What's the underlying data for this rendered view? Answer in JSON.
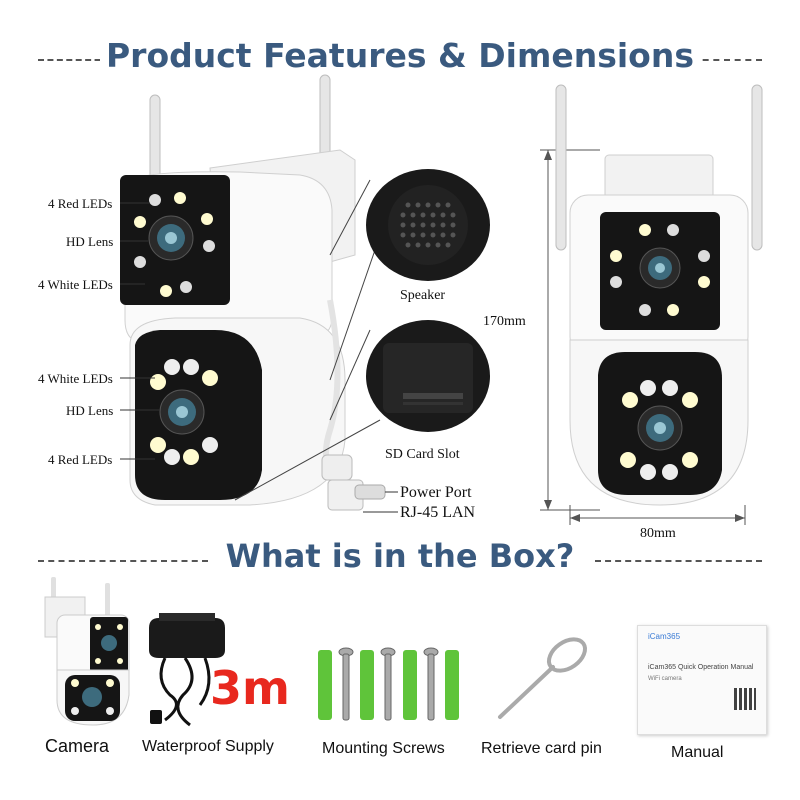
{
  "headings": {
    "features": "Product Features & Dimensions",
    "box": "What is in the Box?"
  },
  "callouts": {
    "top_red_leds": "4 Red LEDs",
    "top_hd_lens": "HD Lens",
    "top_white_leds": "4 White LEDs",
    "bottom_white_leds": "4 White LEDs",
    "bottom_hd_lens": "HD Lens",
    "bottom_red_leds": "4 Red LEDs",
    "speaker": "Speaker",
    "sd_card_slot": "SD Card Slot",
    "power_port": "Power Port",
    "rj45_lan": "RJ-45 LAN"
  },
  "dimensions": {
    "height": "170mm",
    "width": "80mm"
  },
  "box_items": {
    "camera": "Camera",
    "supply": "Waterproof Supply",
    "cable_length": "3m",
    "screws": "Mounting Screws",
    "pin": "Retrieve card pin",
    "manual": "Manual"
  },
  "manual_text": {
    "brand": "iCam365",
    "title": "iCam365 Quick Operation Manual",
    "subtitle": "WiFi camera"
  },
  "colors": {
    "heading": "#3a5a7f",
    "cable_red": "#e8281e",
    "anchor_green": "#5fc43a",
    "camera_black": "#151515"
  }
}
